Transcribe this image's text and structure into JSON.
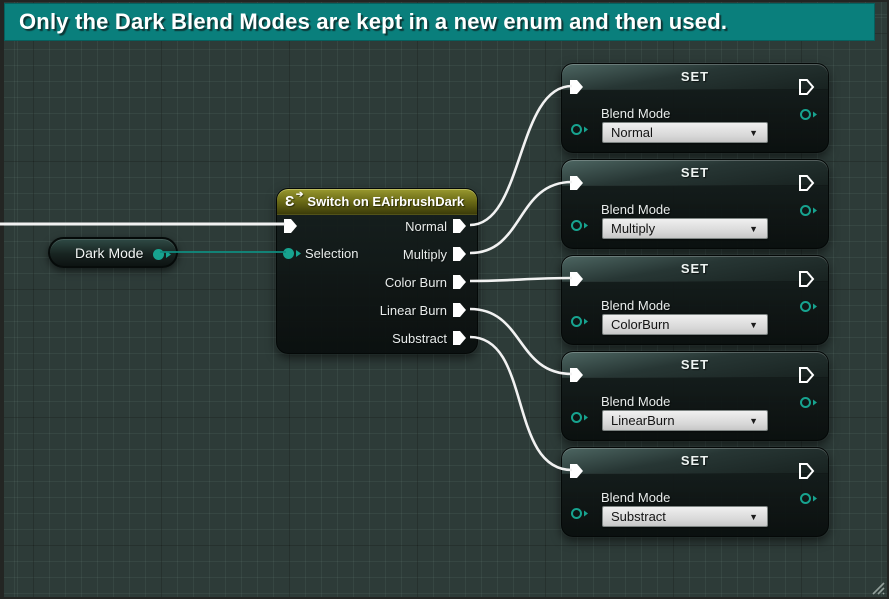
{
  "comment": {
    "text": "Only the Dark Blend Modes are kept in a new enum and then used."
  },
  "variable_node": {
    "label": "Dark Mode"
  },
  "switch_node": {
    "title": "Switch on EAirbrushDark",
    "icon_glyph": "Ɛ",
    "icon_arrow": "➔",
    "selection_label": "Selection",
    "outputs": [
      "Normal",
      "Multiply",
      "Color Burn",
      "Linear Burn",
      "Substract"
    ]
  },
  "set_nodes": [
    {
      "title": "SET",
      "field_label": "Blend Mode",
      "value": "Normal"
    },
    {
      "title": "SET",
      "field_label": "Blend Mode",
      "value": "Multiply"
    },
    {
      "title": "SET",
      "field_label": "Blend Mode",
      "value": "ColorBurn"
    },
    {
      "title": "SET",
      "field_label": "Blend Mode",
      "value": "LinearBurn"
    },
    {
      "title": "SET",
      "field_label": "Blend Mode",
      "value": "Substract"
    }
  ],
  "dropdown_arrow_icon": "▼",
  "colors": {
    "comment_teal": "#0a7f7c",
    "switch_header_olive": "#6c6c17",
    "pin_enum_teal": "#17a38f",
    "exec_wire_white": "#f2f2f2",
    "data_wire_teal": "#0f8c7f",
    "background": "#2d3b38"
  }
}
